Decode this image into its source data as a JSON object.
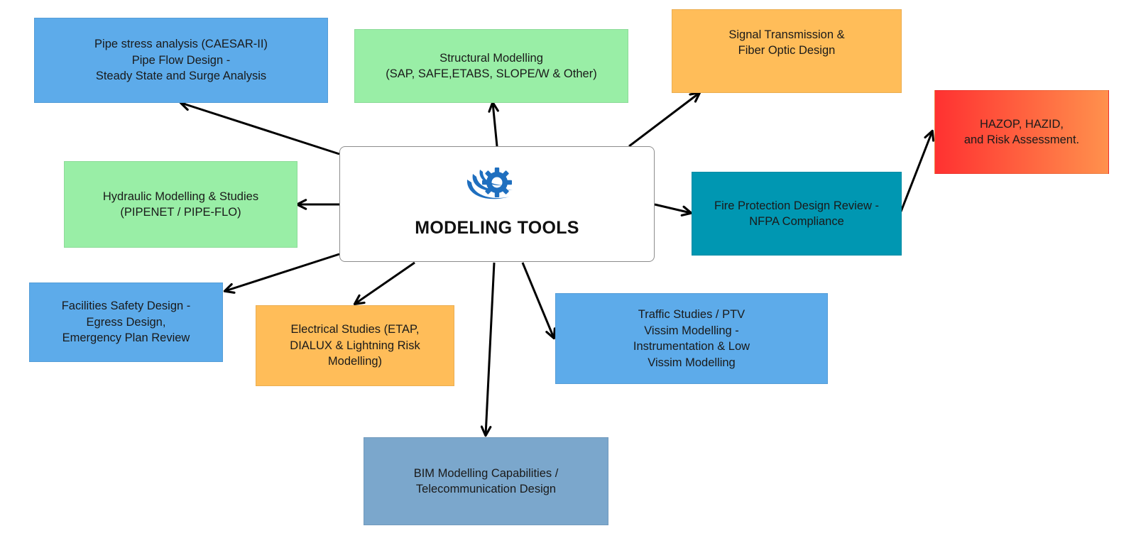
{
  "hub": {
    "title": "MODELING TOOLS",
    "icon": "gear-swoosh-icon",
    "icon_color": "#1f6fbf"
  },
  "nodes": {
    "pipe_stress": {
      "text": "Pipe stress analysis (CAESAR-II)\nPipe Flow Design -\nSteady State and Surge Analysis",
      "color": "#5dabea"
    },
    "structural": {
      "text": "Structural Modelling\n(SAP, SAFE,ETABS, SLOPE/W & Other)",
      "color": "#99eea6"
    },
    "signal": {
      "text": "Signal Transmission &\nFiber Optic Design",
      "color": "#ffbd59"
    },
    "hazop": {
      "text": "HAZOP, HAZID,\nand Risk Assessment.",
      "color_start": "#ff3131",
      "color_end": "#ff914d"
    },
    "hydraulic": {
      "text": "Hydraulic Modelling & Studies\n(PIPENET / PIPE-FLO)",
      "color": "#99eea6"
    },
    "fire": {
      "text": "Fire Protection Design Review -\nNFPA Compliance",
      "color": "#0097b2"
    },
    "facilities": {
      "text": "Facilities Safety Design -\nEgress Design,\nEmergency Plan Review",
      "color": "#5dabea"
    },
    "electrical": {
      "text": "Electrical Studies (ETAP,\nDIALUX & Lightning Risk\nModelling)",
      "color": "#ffbd59"
    },
    "traffic": {
      "text": "Traffic Studies / PTV\nVissim Modelling -\nInstrumentation & Low\nVissim Modelling",
      "color": "#5dabea"
    },
    "bim": {
      "text": "BIM Modelling Capabilities /\nTelecommunication Design",
      "color": "#7ba7cc"
    }
  }
}
